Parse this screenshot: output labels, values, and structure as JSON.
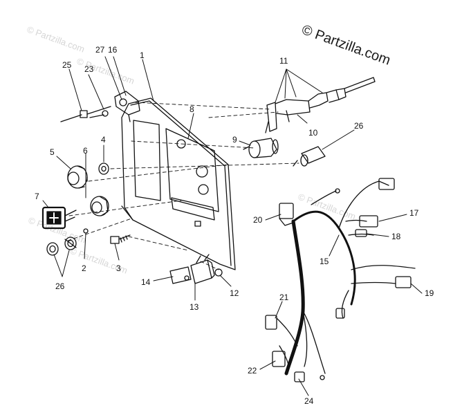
{
  "watermark": {
    "main": "© Partzilla.com",
    "faint": "© Partzilla.com"
  },
  "callouts": {
    "c1": "1",
    "c2": "2",
    "c3": "3",
    "c4": "4",
    "c5": "5",
    "c6": "6",
    "c7": "7",
    "c8": "8",
    "c9": "9",
    "c10": "10",
    "c11": "11",
    "c12": "12",
    "c13": "13",
    "c14": "14",
    "c15": "15",
    "c16": "16",
    "c17": "17",
    "c18": "18",
    "c19": "19",
    "c20": "20",
    "c21": "21",
    "c22": "22",
    "c23": "23",
    "c24": "24",
    "c25": "25",
    "c26a": "26",
    "c26b": "26",
    "c27": "27"
  },
  "colors": {
    "ink": "#111111",
    "paper": "#ffffff",
    "faint_watermark": "#d6d6d6"
  }
}
